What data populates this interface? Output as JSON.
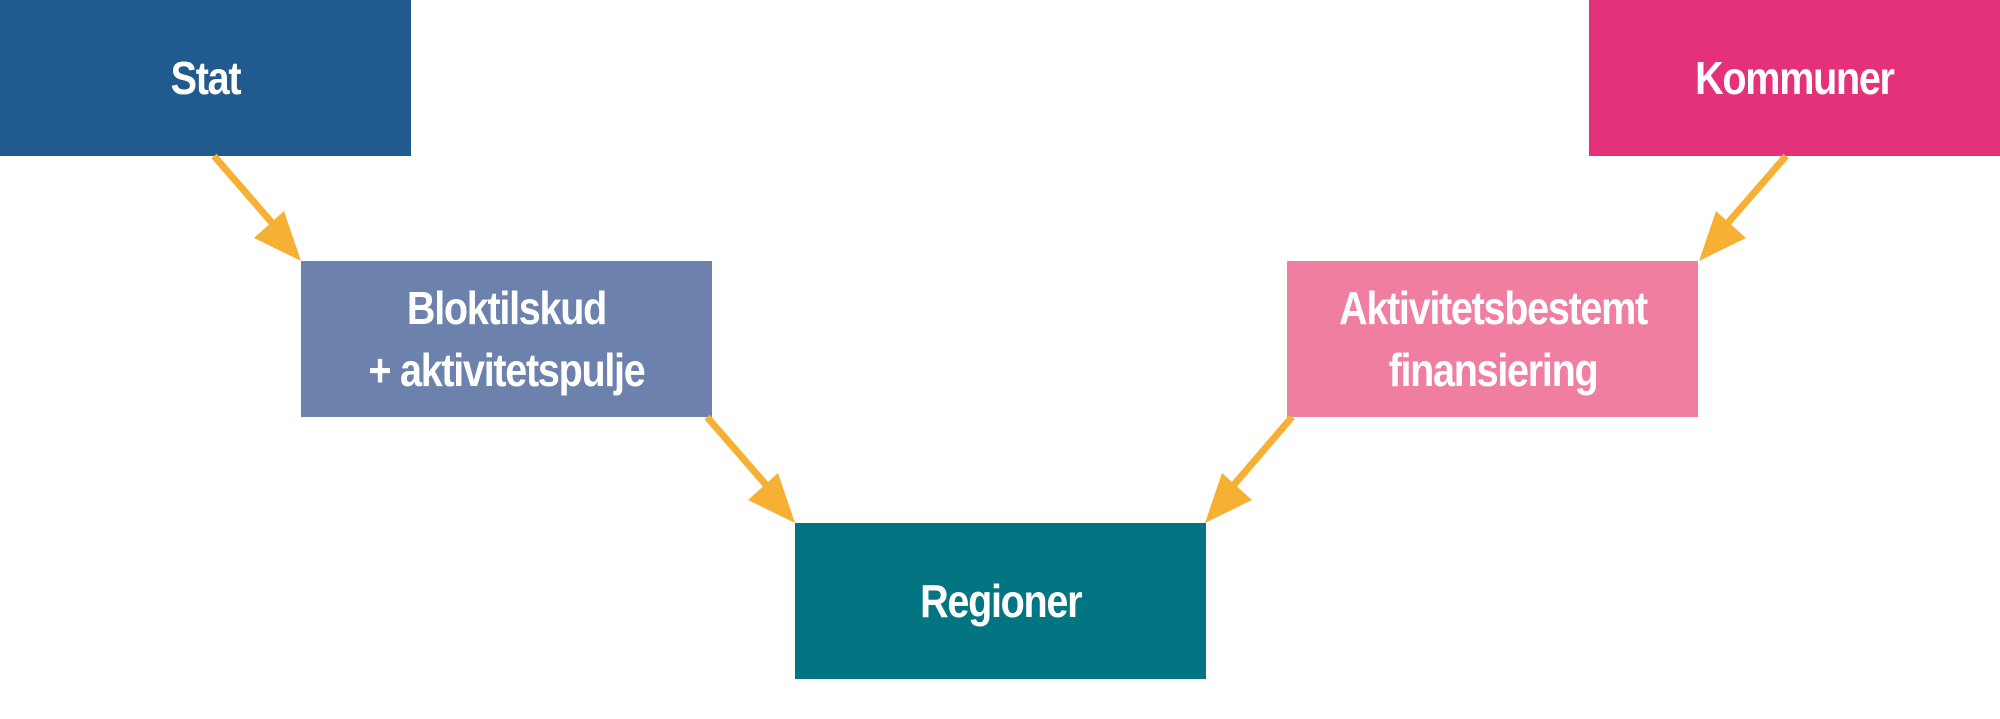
{
  "colors": {
    "stat": "#215A8E",
    "kommuner": "#E5307A",
    "bloktilskud": "#6C82AD",
    "aktivitetsbestemt": "#EF7EA0",
    "regioner": "#037582",
    "arrow": "#F6B034"
  },
  "nodes": {
    "stat": "Stat",
    "kommuner": "Kommuner",
    "bloktilskud": "Bloktilskud\n+ aktivitetspulje",
    "aktivitetsbestemt": "Aktivitetsbestemt\nfinansiering",
    "regioner": "Regioner"
  },
  "edges": [
    {
      "from": "stat",
      "to": "bloktilskud"
    },
    {
      "from": "kommuner",
      "to": "aktivitetsbestemt"
    },
    {
      "from": "bloktilskud",
      "to": "regioner"
    },
    {
      "from": "aktivitetsbestemt",
      "to": "regioner"
    }
  ]
}
